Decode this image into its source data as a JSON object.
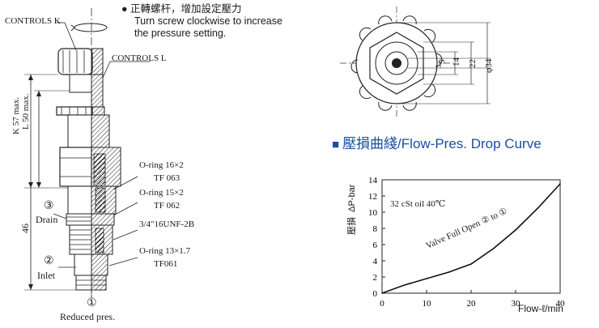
{
  "note": {
    "bullet": "●",
    "line1": "正轉螺杆，增加設定壓力",
    "line2": "Turn screw clockwise to increase",
    "line3": "the pressure setting."
  },
  "section_view": {
    "controls_k": "CONTROLS K",
    "controls_l": "CONTROLS L",
    "k_dim": "K 57 max.",
    "l_dim": "L 50 max.",
    "oring1": "O-ring 16×2",
    "tf1": "TF 063",
    "oring2": "O-ring 15×2",
    "tf2": "TF 062",
    "thread": "3/4\"16UNF-2B",
    "oring3": "O-ring 13×1.7",
    "tf3": "TF061",
    "dim46": "46",
    "port3_num": "③",
    "port3_label": "Drain",
    "port2_num": "②",
    "port2_label": "Inlet",
    "port1_num": "①",
    "port1_label": "Reduced pres."
  },
  "top_view": {
    "dims": [
      "5",
      "14",
      "22",
      "φ34"
    ]
  },
  "curve": {
    "title": "壓損曲綫/Flow-Pres. Drop Curve",
    "ylabel_cn": "壓損",
    "ylabel": "ΔP-bar",
    "xlabel": "Flow-ℓ/min",
    "oil_note": "32 cSt oil 40℃",
    "curve_label": "Valve Full Open ② to ①"
  },
  "chart_data": {
    "type": "line",
    "title": "壓損曲綫/Flow-Pres. Drop Curve",
    "xlabel": "Flow-ℓ/min",
    "ylabel": "ΔP-bar",
    "xlim": [
      0,
      40
    ],
    "ylim": [
      0,
      14
    ],
    "xticks": [
      0,
      10,
      20,
      30,
      40
    ],
    "yticks": [
      0,
      2,
      4,
      6,
      8,
      10,
      12,
      14
    ],
    "grid": false,
    "series": [
      {
        "name": "Valve Full Open ② to ①",
        "x": [
          0,
          5,
          10,
          15,
          20,
          25,
          30,
          35,
          40
        ],
        "y": [
          0,
          1.0,
          1.8,
          2.6,
          3.6,
          5.5,
          7.8,
          10.5,
          13.5
        ]
      }
    ]
  }
}
